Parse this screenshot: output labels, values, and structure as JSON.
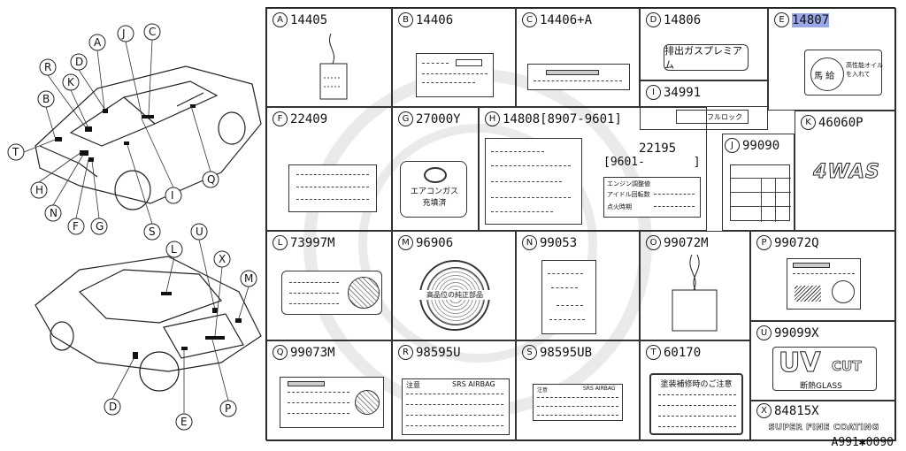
{
  "callouts": {
    "top_car": [
      "A",
      "J",
      "C",
      "R",
      "D",
      "K",
      "B",
      "T",
      "H",
      "N",
      "F",
      "G",
      "S",
      "I",
      "Q"
    ],
    "bottom_car": [
      "L",
      "U",
      "X",
      "M",
      "D",
      "E",
      "P"
    ]
  },
  "parts": {
    "A": {
      "letter": "A",
      "number": "14405"
    },
    "B": {
      "letter": "B",
      "number": "14406"
    },
    "C": {
      "letter": "C",
      "number": "14406+A"
    },
    "D": {
      "letter": "D",
      "number": "14806",
      "label_text": "排出ガスプレミアム"
    },
    "E": {
      "letter": "E",
      "number_hl": "14807"
    },
    "E_label": {
      "t1": "馬 給",
      "t2": "高性能オイル\nを入れて"
    },
    "I": {
      "letter": "I",
      "number": "34991",
      "label_text": "フルロック"
    },
    "F": {
      "letter": "F",
      "number": "22409"
    },
    "G": {
      "letter": "G",
      "number": "27000Y",
      "label_text": "エアコンガス\n充填済"
    },
    "H": {
      "letter": "H",
      "number": "14808[8907-9601]",
      "alt_number": "22195",
      "alt_range": "[9601-       ]"
    },
    "H_label": {
      "r1": "エンジン調整値",
      "r2": "アイドル回転数",
      "r3": "点火時期"
    },
    "J": {
      "letter": "J",
      "number": "99090"
    },
    "K": {
      "letter": "K",
      "number": "46060P",
      "label_text": "4WAS"
    },
    "L": {
      "letter": "L",
      "number": "73997M"
    },
    "M": {
      "letter": "M",
      "number": "96906",
      "label_text": "高品位の純正部品"
    },
    "N": {
      "letter": "N",
      "number": "99053"
    },
    "O": {
      "letter": "O",
      "number": "99072M"
    },
    "P": {
      "letter": "P",
      "number": "99072Q"
    },
    "U": {
      "letter": "U",
      "number": "99099X",
      "label_text": "UV",
      "label_cut": "CUT",
      "label_sub": "断熱GLASS"
    },
    "Q": {
      "letter": "Q",
      "number": "99073M"
    },
    "R": {
      "letter": "R",
      "number": "98595U",
      "label_l": "注意",
      "label_r": "SRS AIRBAG"
    },
    "S": {
      "letter": "S",
      "number": "98595UB",
      "label_l": "注意",
      "label_r": "SRS AIRBAG"
    },
    "T": {
      "letter": "T",
      "number": "60170",
      "label_text": "塗装補修時のご注意"
    },
    "X": {
      "letter": "X",
      "number": "84815X",
      "label_text": "SUPER FINE COATING"
    }
  },
  "footer": "A991✱0090"
}
